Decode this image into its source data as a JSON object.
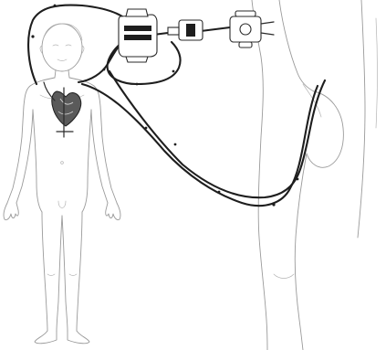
{
  "figure": {
    "colors": {
      "background": "#ffffff",
      "body_outline": "#9a9a9a",
      "circuit_tubing": "#1e1e1e"
    },
    "elements": {
      "child_figure": "child-body-outline",
      "leg_figure": "leg-side-view-outline",
      "heart": "heart-with-cannulas",
      "pump": "pump-console",
      "oxygenator": "oxygenator-unit",
      "connector": "circuit-connector"
    }
  }
}
